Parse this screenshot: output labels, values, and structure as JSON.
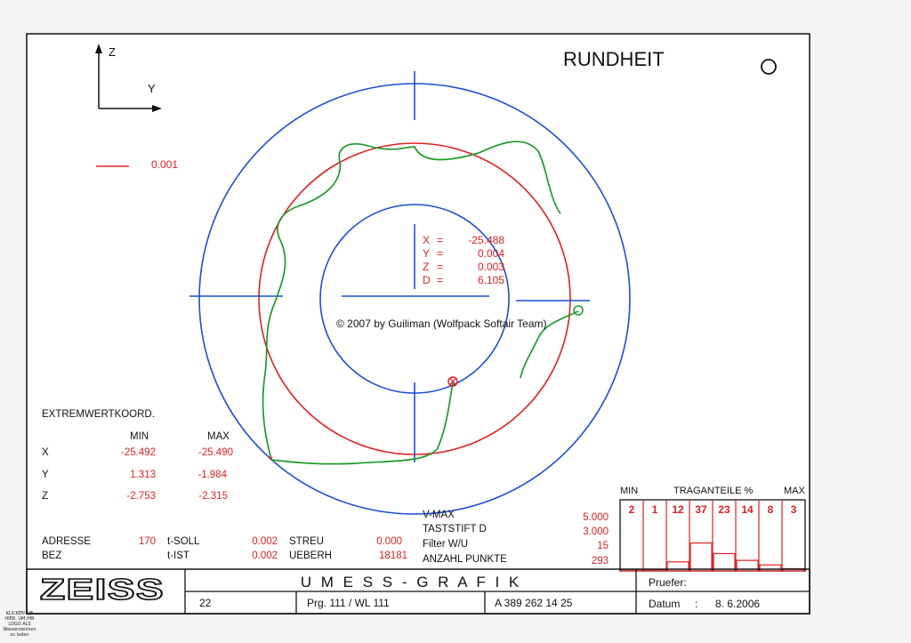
{
  "title": "RUNDHEIT",
  "symbol": "○",
  "axes": {
    "z": "Z",
    "y": "Y"
  },
  "scale": {
    "value": "0.001",
    "color": "#e02020"
  },
  "center": [
    {
      "label": "X",
      "eq": "=",
      "value": "-25.488"
    },
    {
      "label": "Y",
      "eq": "=",
      "value": "0.004"
    },
    {
      "label": "Z",
      "eq": "=",
      "value": "0.003"
    },
    {
      "label": "D",
      "eq": "=",
      "value": "6.105"
    }
  ],
  "copyright": "© 2007 by Guiliman (Wolfpack Softair Team)",
  "extrem": {
    "title": "EXTREMWERTKOORD.",
    "min_label": "MIN",
    "max_label": "MAX",
    "rows": [
      {
        "axis": "X",
        "min": "-25.492",
        "max": "-25.490"
      },
      {
        "axis": "Y",
        "min": "1.313",
        "max": "-1.984"
      },
      {
        "axis": "Z",
        "min": "-2.753",
        "max": "-2.315"
      }
    ]
  },
  "params": {
    "adresse_label": "ADRESSE",
    "adresse": "170",
    "bez_label": "BEZ",
    "tsoll_label": "t-SOLL",
    "tsoll": "0.002",
    "tist_label": "t-IST",
    "tist": "0.002",
    "streu_label": "STREU",
    "streu": "0.000",
    "ueberh_label": "UEBERH",
    "ueberh": "18181",
    "vmax_label": "V-MAX",
    "vmax": "5.000",
    "taststift_label": "TASTSTIFT D",
    "taststift": "3.000",
    "filter_label": "Filter W/U",
    "filter": "15",
    "punkte_label": "ANZAHL PUNKTE",
    "punkte": "293"
  },
  "traganteile": {
    "title": "TRAGANTEILE %",
    "min_label": "MIN",
    "max_label": "MAX",
    "values": [
      2,
      1,
      12,
      37,
      23,
      14,
      8,
      3
    ]
  },
  "footer": {
    "logo": "ZEISS",
    "umess": "U M E S S  -  G R A F I K",
    "num": "22",
    "prg": "Prg. 111 / WL 111",
    "code": "A 389 262 14 25",
    "pruefer_label": "Pruefer:",
    "datum_label": "Datum",
    "datum_colon": ":",
    "datum": "8. 6.2006"
  },
  "corner_hint": "KLICKEN SIE HIER, UM IHR LOGO ALS Wasserzeichen zu laden",
  "colors": {
    "blue": "#1a4fd6",
    "red": "#e02020",
    "green": "#1f9a2a",
    "ink": "#111111"
  }
}
